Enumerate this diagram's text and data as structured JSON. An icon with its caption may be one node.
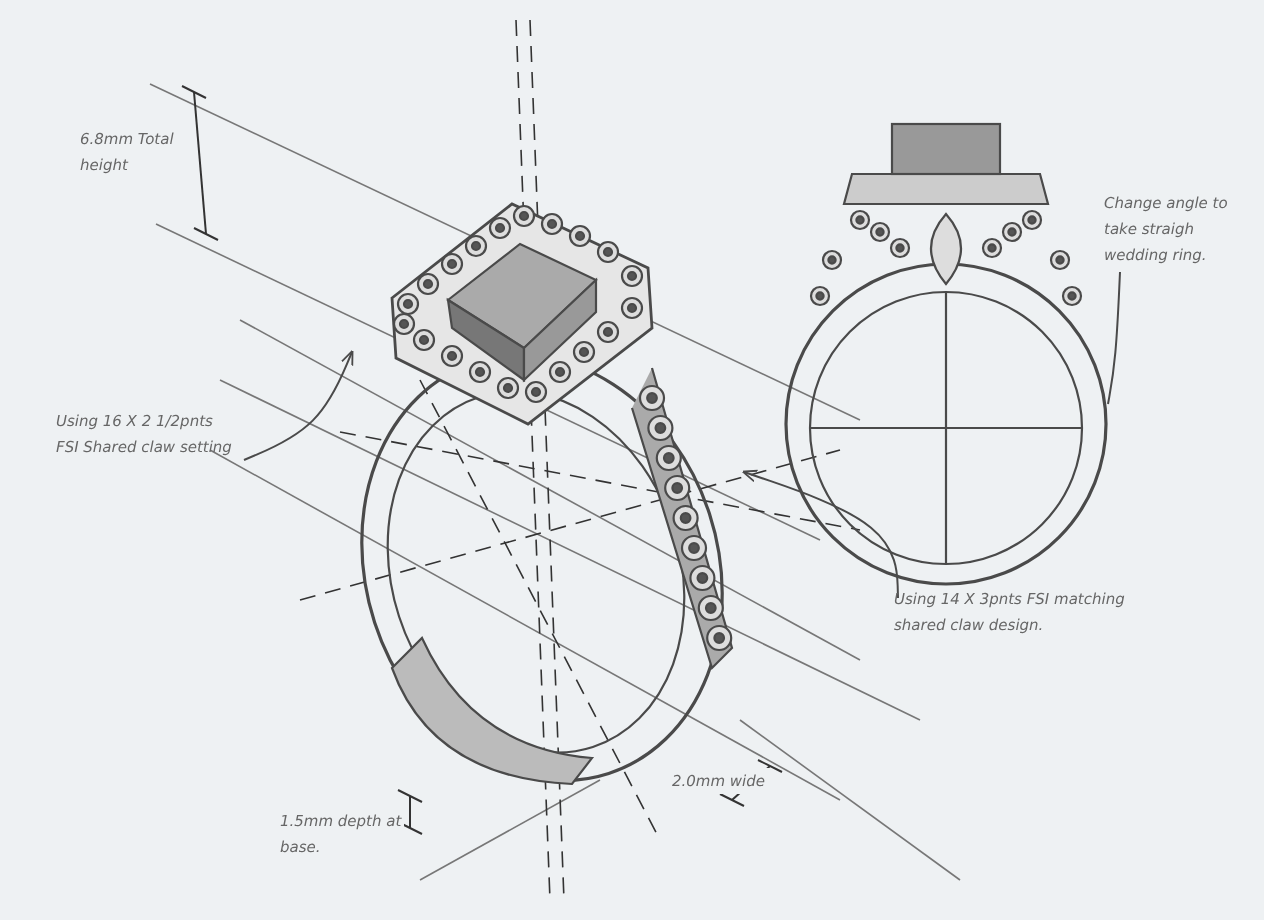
{
  "diagram": {
    "nodes": [
      {
        "text": [
          "Using 16 X 2 1/2pnts FSI Shared claw setting"
        ]
      },
      {
        "text": [],
        "shape": "picture"
      },
      {
        "text": [
          "Using 14 X 3pnts FSI matching shared claw design."
        ]
      },
      {
        "text": [
          "Change angle to take straigh wedding ring."
        ]
      },
      {
        "text": [],
        "shape": "picture"
      }
    ],
    "edges": [
      {
        "from": 0,
        "to": 1,
        "arrow": "to"
      },
      {
        "from": 2,
        "to": 1,
        "arrow": "to"
      },
      {
        "from": 3,
        "to": 4,
        "arrow": "none"
      }
    ],
    "labels": [
      "6.8mm Total height",
      "1.5mm depth at base.",
      "2.0mm wide"
    ]
  }
}
